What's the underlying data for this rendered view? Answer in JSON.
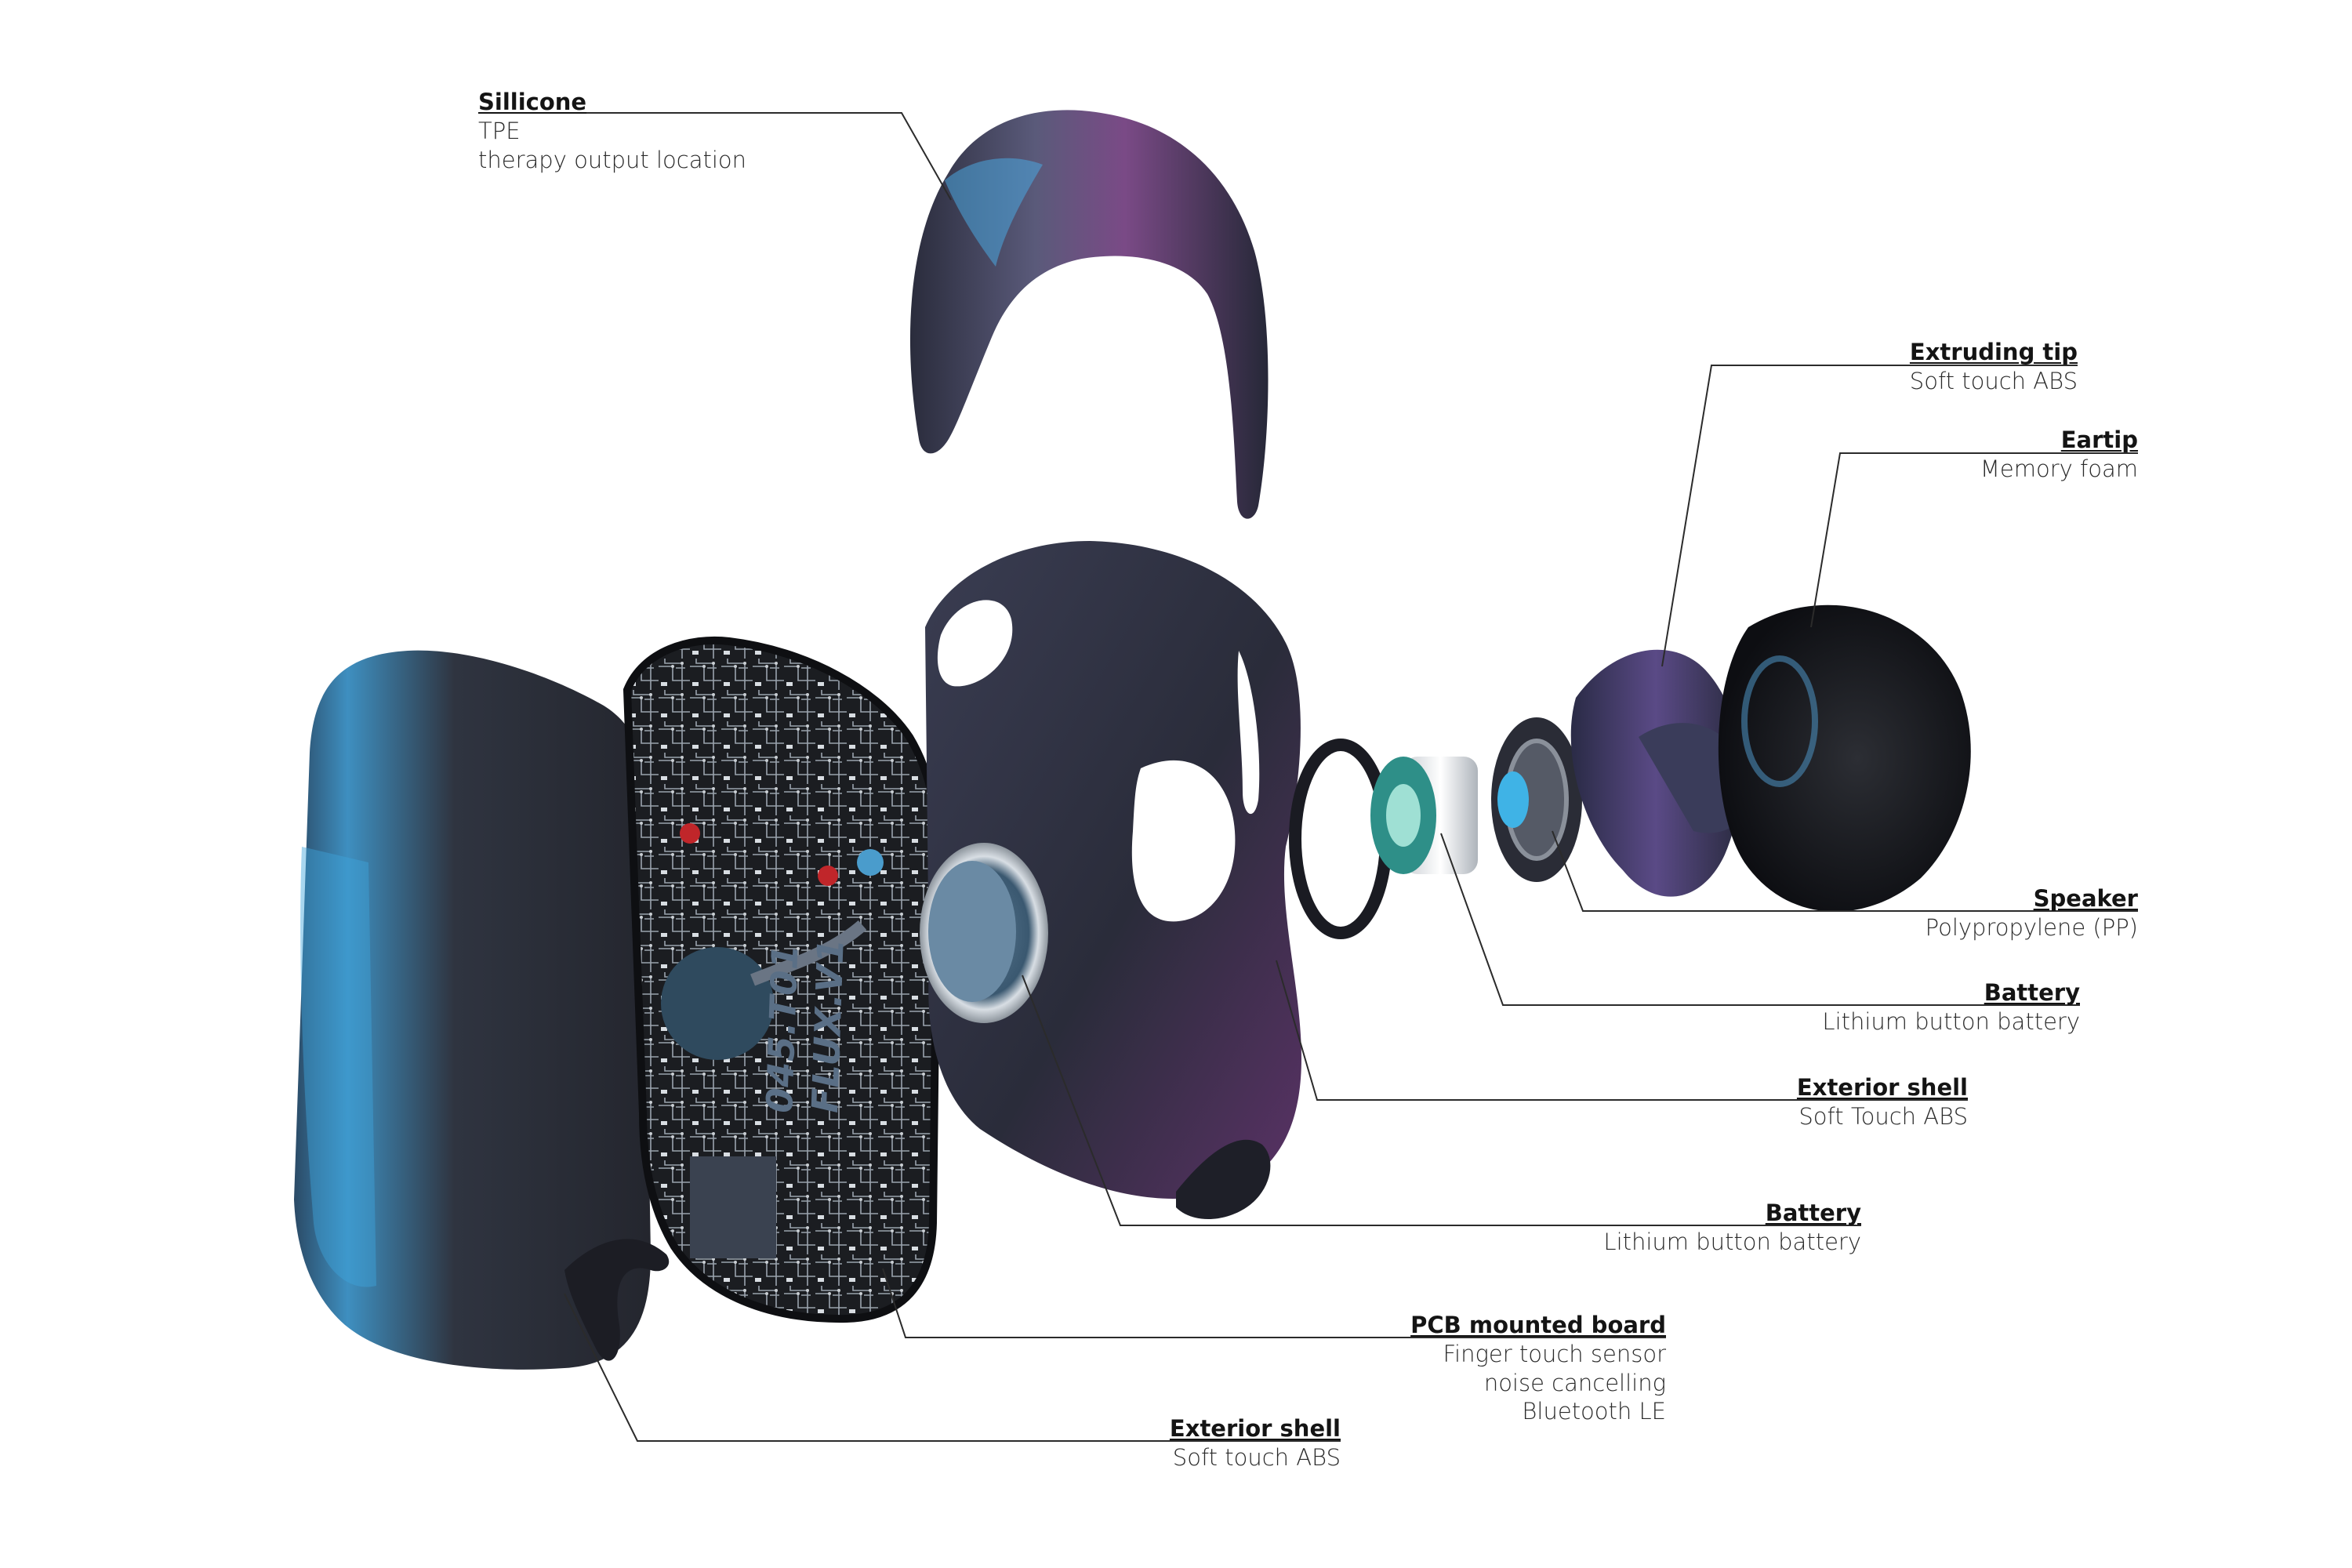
{
  "pcb_marking": {
    "line1": "045.T01",
    "line2": "FLUX.V1"
  },
  "colors": {
    "shell": "#2c2e3a",
    "accent_blue": "#3fb3e6",
    "accent_purple": "#7a3f82",
    "pcb": "#1a1c20",
    "leader": "#2b2b2b"
  },
  "labels": [
    {
      "id": "silicone",
      "title": "Sillicone",
      "lines": [
        "TPE",
        "therapy output location"
      ]
    },
    {
      "id": "extruding-tip",
      "title": "Extruding tip",
      "lines": [
        "Soft touch ABS"
      ]
    },
    {
      "id": "eartip",
      "title": "Eartip",
      "lines": [
        "Memory foam"
      ]
    },
    {
      "id": "speaker",
      "title": "Speaker",
      "lines": [
        "Polypropylene (PP)"
      ]
    },
    {
      "id": "battery-1",
      "title": "Battery",
      "lines": [
        "Lithium button battery"
      ]
    },
    {
      "id": "exterior-shell-1",
      "title": "Exterior shell",
      "lines": [
        "Soft Touch ABS"
      ]
    },
    {
      "id": "battery-2",
      "title": "Battery",
      "lines": [
        "Lithium button battery"
      ]
    },
    {
      "id": "pcb-board",
      "title": "PCB mounted board",
      "lines": [
        "Finger touch sensor",
        "noise cancelling",
        "Bluetooth LE"
      ]
    },
    {
      "id": "exterior-shell-2",
      "title": "Exterior shell",
      "lines": [
        "Soft touch ABS"
      ]
    }
  ]
}
